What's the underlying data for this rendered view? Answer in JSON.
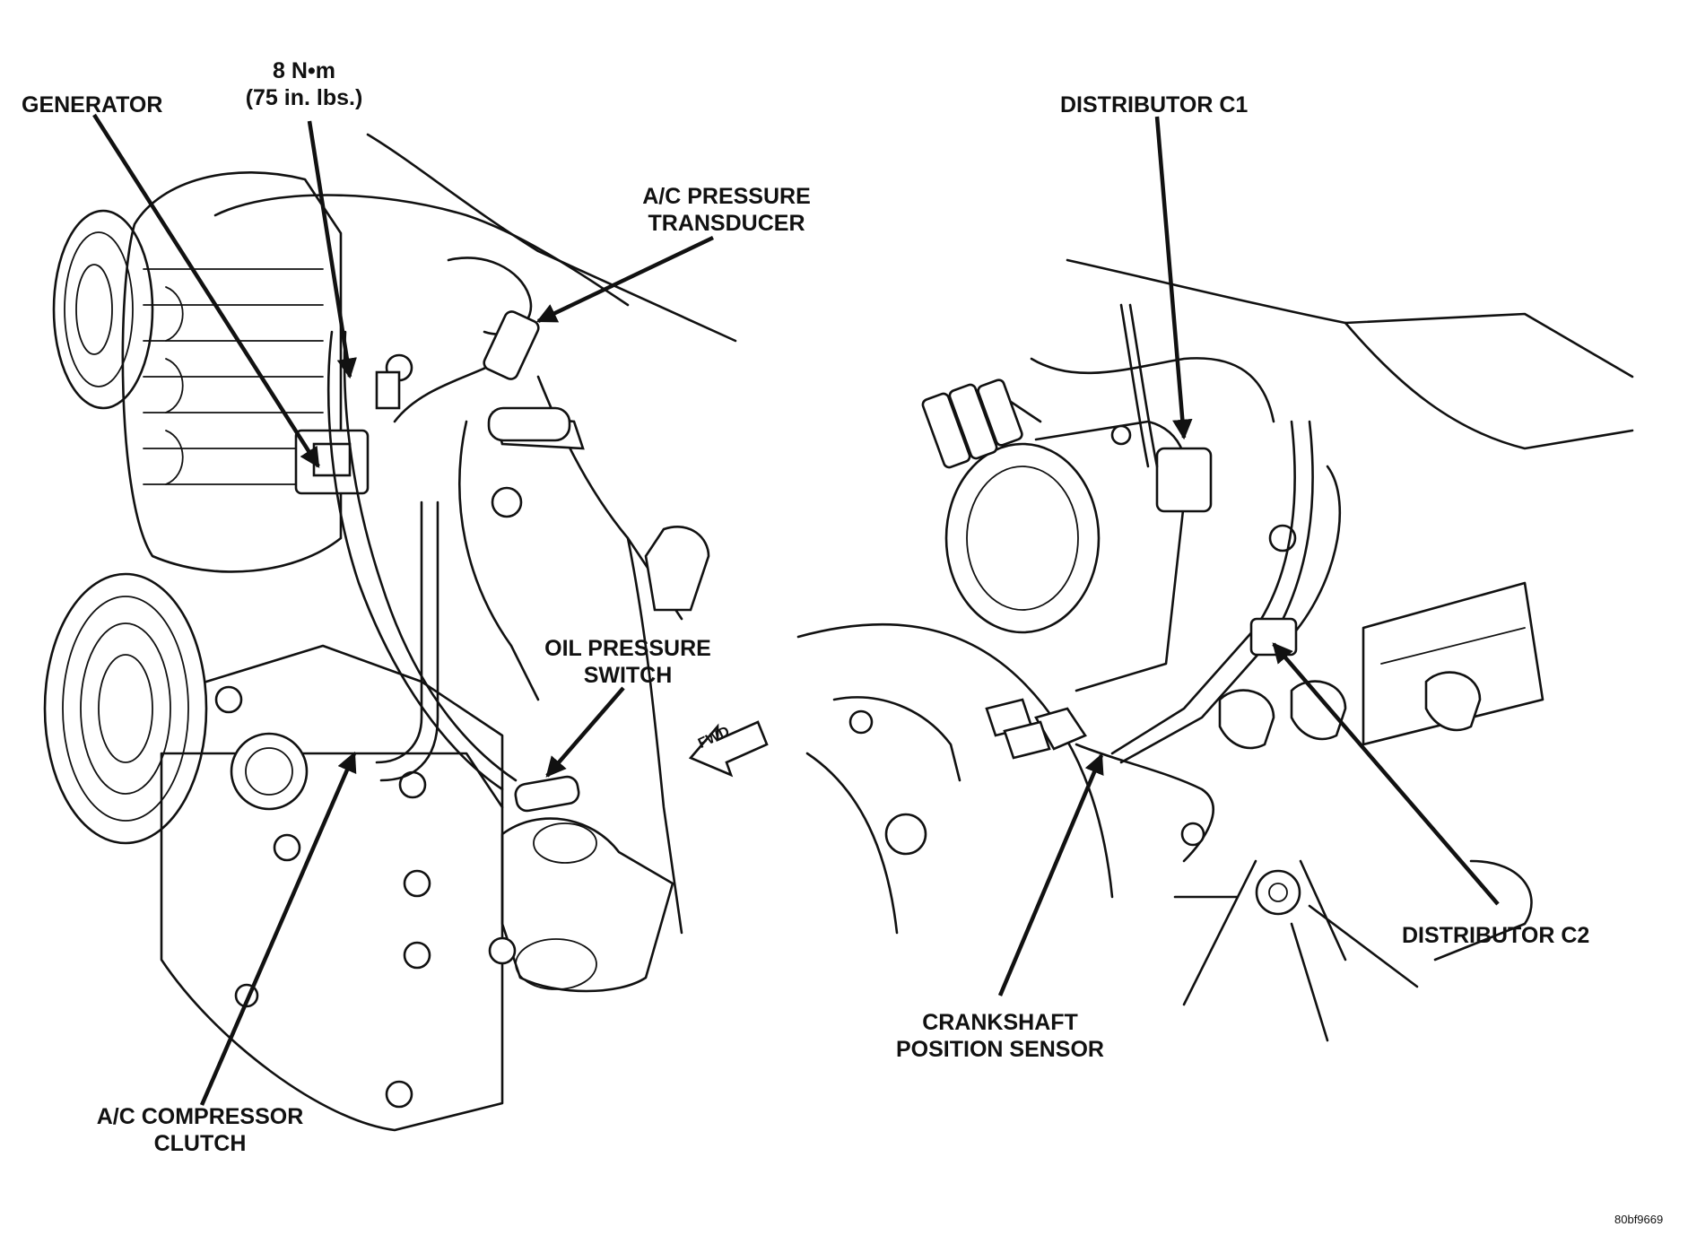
{
  "labels": {
    "torque_value": "8 N•m",
    "torque_value_imperial": "(75 in. lbs.)",
    "generator": "GENERATOR",
    "ac_pressure_line1": "A/C PRESSURE",
    "ac_pressure_line2": "TRANSDUCER",
    "oil_pressure_line1": "OIL PRESSURE",
    "oil_pressure_line2": "SWITCH",
    "ac_compressor_line1": "A/C COMPRESSOR",
    "ac_compressor_line2": "CLUTCH",
    "distributor_c1": "DISTRIBUTOR C1",
    "distributor_c2": "DISTRIBUTOR C2",
    "crankshaft_line1": "CRANKSHAFT",
    "crankshaft_line2": "POSITION SENSOR",
    "fwd_arrow": "FWD",
    "figure_ref": "80bf9669"
  },
  "colors": {
    "ink": "#111111",
    "paper": "#ffffff"
  }
}
